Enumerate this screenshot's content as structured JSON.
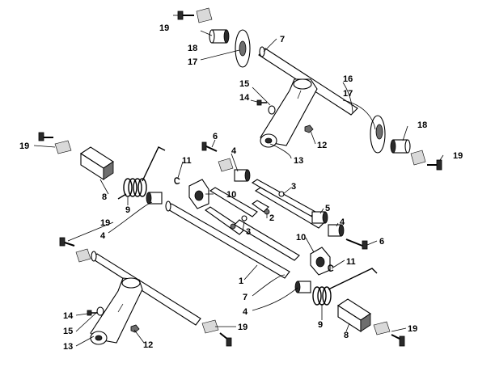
{
  "labels": [
    {
      "id": "c1",
      "text": "19"
    },
    {
      "id": "c2",
      "text": "18"
    },
    {
      "id": "c3",
      "text": "17"
    },
    {
      "id": "c4",
      "text": "7"
    },
    {
      "id": "c5",
      "text": "16"
    },
    {
      "id": "c6",
      "text": "17"
    },
    {
      "id": "c7",
      "text": "15"
    },
    {
      "id": "c8",
      "text": "14"
    },
    {
      "id": "c9",
      "text": "12"
    },
    {
      "id": "c10",
      "text": "13"
    },
    {
      "id": "c11",
      "text": "18"
    },
    {
      "id": "c12",
      "text": "19"
    },
    {
      "id": "c13",
      "text": "19"
    },
    {
      "id": "c14",
      "text": "6"
    },
    {
      "id": "c15",
      "text": "4"
    },
    {
      "id": "c16",
      "text": "11"
    },
    {
      "id": "c17",
      "text": "10"
    },
    {
      "id": "c18",
      "text": "3"
    },
    {
      "id": "c19",
      "text": "8"
    },
    {
      "id": "c20",
      "text": "9"
    },
    {
      "id": "c21",
      "text": "2"
    },
    {
      "id": "c22",
      "text": "5"
    },
    {
      "id": "c23",
      "text": "4"
    },
    {
      "id": "c24",
      "text": "19"
    },
    {
      "id": "c25",
      "text": "4"
    },
    {
      "id": "c26",
      "text": "3"
    },
    {
      "id": "c27",
      "text": "10"
    },
    {
      "id": "c28",
      "text": "6"
    },
    {
      "id": "c29",
      "text": "11"
    },
    {
      "id": "c30",
      "text": "1"
    },
    {
      "id": "c31",
      "text": "7"
    },
    {
      "id": "c32",
      "text": "4"
    },
    {
      "id": "c33",
      "text": "14"
    },
    {
      "id": "c34",
      "text": "15"
    },
    {
      "id": "c35",
      "text": "13"
    },
    {
      "id": "c36",
      "text": "12"
    },
    {
      "id": "c37",
      "text": "19"
    },
    {
      "id": "c38",
      "text": "9"
    },
    {
      "id": "c39",
      "text": "8"
    },
    {
      "id": "c40",
      "text": "19"
    }
  ]
}
